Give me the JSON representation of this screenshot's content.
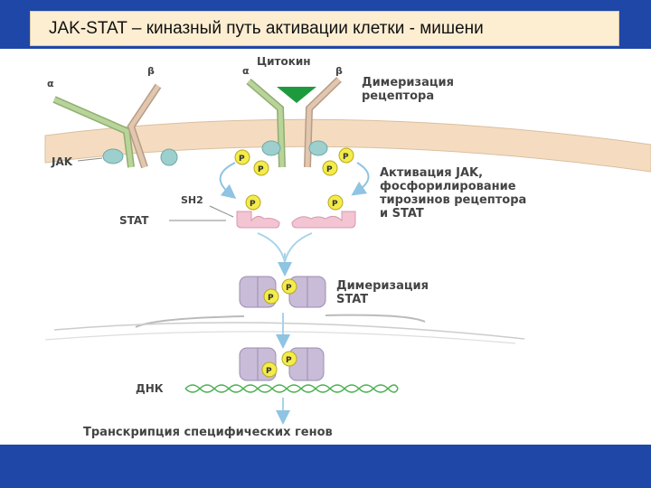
{
  "title": "JAK-STAT – киназный путь активации клетки - мишени",
  "labels": {
    "cytokine": "Цитокин",
    "alpha_left": "α",
    "beta_left": "β",
    "alpha_center": "α",
    "beta_center": "β",
    "jak": "JAK",
    "sh2": "SH2",
    "stat": "STAT",
    "dna": "ДНК",
    "phospho": "P"
  },
  "annotations": {
    "dimerization_line1": "Димеризация",
    "dimerization_line2": "рецептора",
    "activation_line1": "Активация JAK,",
    "activation_line2": "фосфорилирование",
    "activation_line3": "тирозинов рецептора",
    "activation_line4": "и STAT",
    "stat_dimer_line1": "Димеризация",
    "stat_dimer_line2": "STAT",
    "transcription": "Транскрипция специфических генов"
  },
  "colors": {
    "background": "#1f47a8",
    "title_bg": "#fdeed2",
    "membrane": "#f5dcc0",
    "receptor_alpha": "#a8c48a",
    "receptor_beta": "#d8b8a0",
    "jak": "#9ccfce",
    "phospho": "#f3ec4a",
    "stat": "#f3c4d2",
    "stat_dimer": "#c8bcd8",
    "arrow": "#a8d4ea",
    "cytokine": "#1e9a3e",
    "dna": "#4caf50"
  }
}
